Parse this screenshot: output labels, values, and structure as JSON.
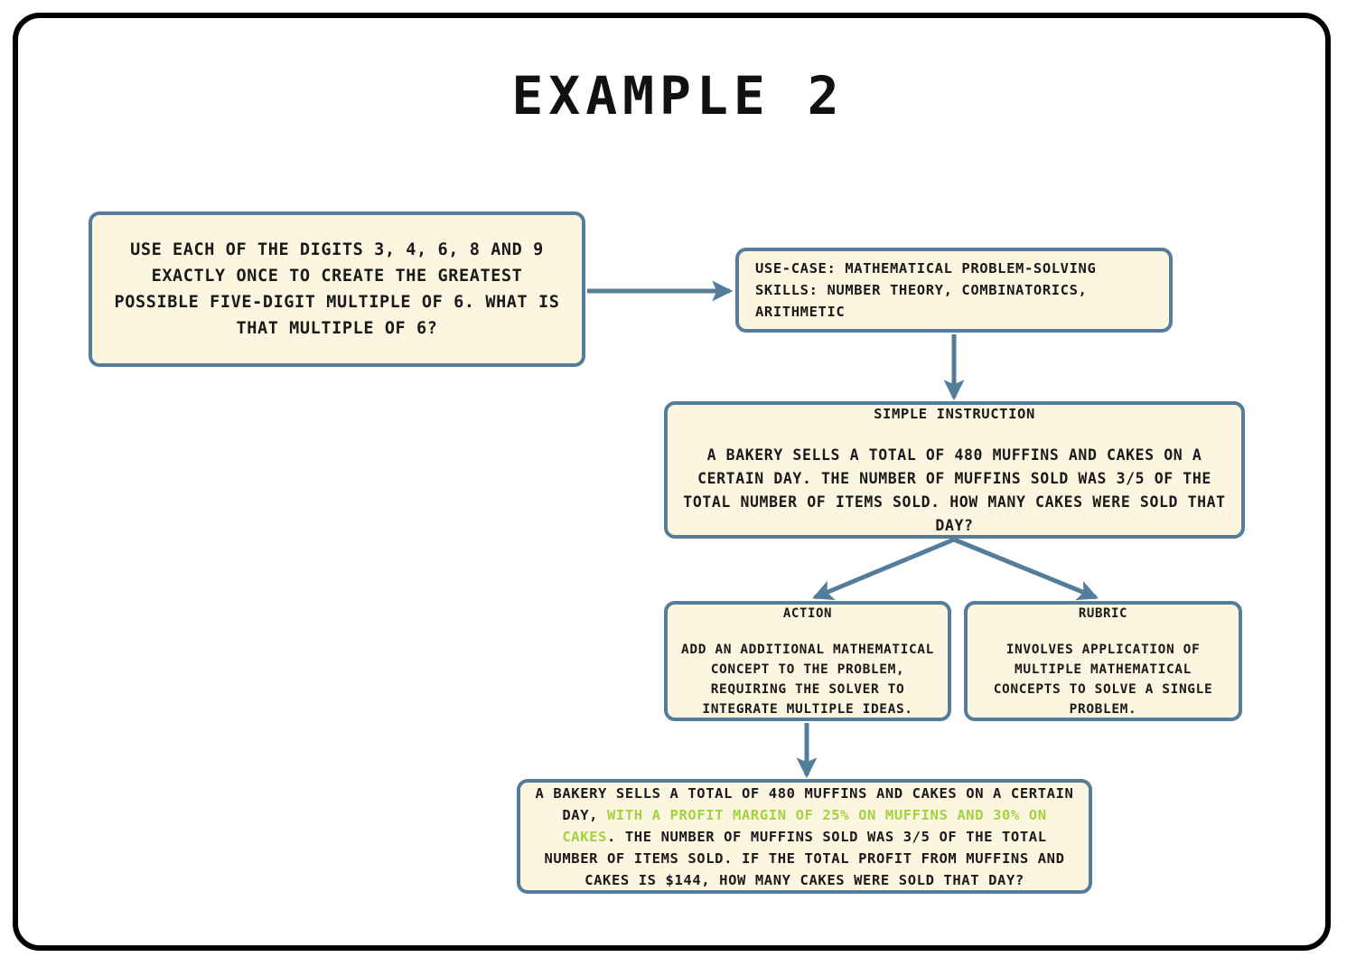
{
  "page": {
    "title": "EXAMPLE 2",
    "frame_color": "#000000",
    "background": "#ffffff"
  },
  "style": {
    "node_fill": "#fcf6e0",
    "node_border": "#547d9b",
    "connector_color": "#547d9b",
    "highlight_color": "#a4d141",
    "text_color": "#1a1a1a"
  },
  "nodes": {
    "seed_problem": {
      "name": "seed-problem",
      "text": "USE EACH OF THE DIGITS 3, 4, 6, 8 AND 9 EXACTLY ONCE TO CREATE THE GREATEST POSSIBLE FIVE-DIGIT MULTIPLE OF 6. WHAT IS THAT MULTIPLE OF 6?"
    },
    "use_case": {
      "name": "use-case",
      "text": "USE-CASE: MATHEMATICAL PROBLEM-SOLVING SKILLS: NUMBER THEORY, COMBINATORICS, ARITHMETIC"
    },
    "simple_instruction": {
      "name": "simple-instruction",
      "header": "SIMPLE INSTRUCTION",
      "text": "A BAKERY SELLS A TOTAL OF 480 MUFFINS AND CAKES ON A CERTAIN DAY. THE NUMBER OF MUFFINS SOLD WAS 3/5 OF THE TOTAL NUMBER OF ITEMS SOLD. HOW MANY CAKES WERE SOLD THAT DAY?"
    },
    "action": {
      "name": "action",
      "header": "ACTION",
      "text": "ADD AN ADDITIONAL MATHEMATICAL CONCEPT TO THE PROBLEM, REQUIRING THE SOLVER TO INTEGRATE MULTIPLE IDEAS."
    },
    "rubric": {
      "name": "rubric",
      "header": "RUBRIC",
      "text": "INVOLVES APPLICATION OF MULTIPLE MATHEMATICAL CONCEPTS TO SOLVE A SINGLE PROBLEM."
    },
    "final_instruction": {
      "name": "final-instruction",
      "text_part_1": "A BAKERY SELLS A TOTAL OF 480 MUFFINS AND CAKES ON A CERTAIN DAY, ",
      "text_highlight": "WITH A PROFIT MARGIN OF 25% ON MUFFINS AND 30% ON CAKES",
      "text_part_2": ". THE NUMBER OF MUFFINS SOLD WAS 3/5 OF THE TOTAL NUMBER OF ITEMS SOLD. IF THE TOTAL PROFIT FROM MUFFINS AND CAKES IS $144, HOW MANY CAKES WERE SOLD THAT DAY?"
    }
  },
  "connectors": [
    {
      "name": "arrow-seed-to-usecase",
      "from": "seed_problem",
      "to": "use_case",
      "direction": "right"
    },
    {
      "name": "arrow-usecase-to-simple",
      "from": "use_case",
      "to": "simple_instruction",
      "direction": "down"
    },
    {
      "name": "arrow-simple-to-action",
      "from": "simple_instruction",
      "to": "action",
      "direction": "down-left"
    },
    {
      "name": "arrow-simple-to-rubric",
      "from": "simple_instruction",
      "to": "rubric",
      "direction": "down-right"
    },
    {
      "name": "arrow-action-to-final",
      "from": "action",
      "to": "final_instruction",
      "direction": "down"
    }
  ]
}
